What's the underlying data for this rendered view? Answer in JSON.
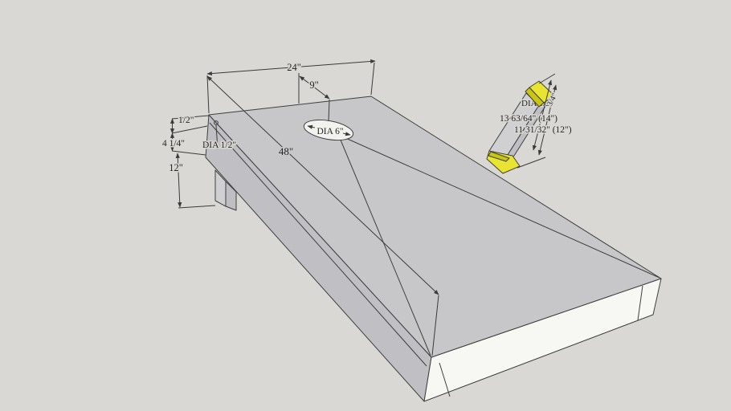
{
  "colors": {
    "bg": "#d9d8d4",
    "board_top": "#c7c7ca",
    "board_side": "#c0c0c4",
    "board_front": "#f7f7f4",
    "hole": "#f2f2ef",
    "leg_light": "#d0d0d3",
    "leg_dark": "#bfbfc3",
    "accent_yellow": "#e9e432",
    "accent_yellow_dark": "#c9c513",
    "line": "#3f3f3f",
    "dim": "#3a3a3a",
    "text": "#262626"
  },
  "board": {
    "dim_width": "24\"",
    "dim_hole_offset": "9\"",
    "dim_hole_diameter": "DIA 6\"",
    "dim_top_thickness": "1/2\"",
    "dim_frame_height": "4 1/4\"",
    "dim_leg_bolt_diameter": "DIA 1/2\"",
    "dim_back_height": "12\"",
    "dim_length": "48\""
  },
  "leg_detail": {
    "dim_bolt_diameter": "DIA 1/2\"",
    "dim_thickness": "3/4\"",
    "dim_length_long": "13 63/64\" (14\")",
    "dim_length_short": "11 31/32\" (12\")"
  }
}
